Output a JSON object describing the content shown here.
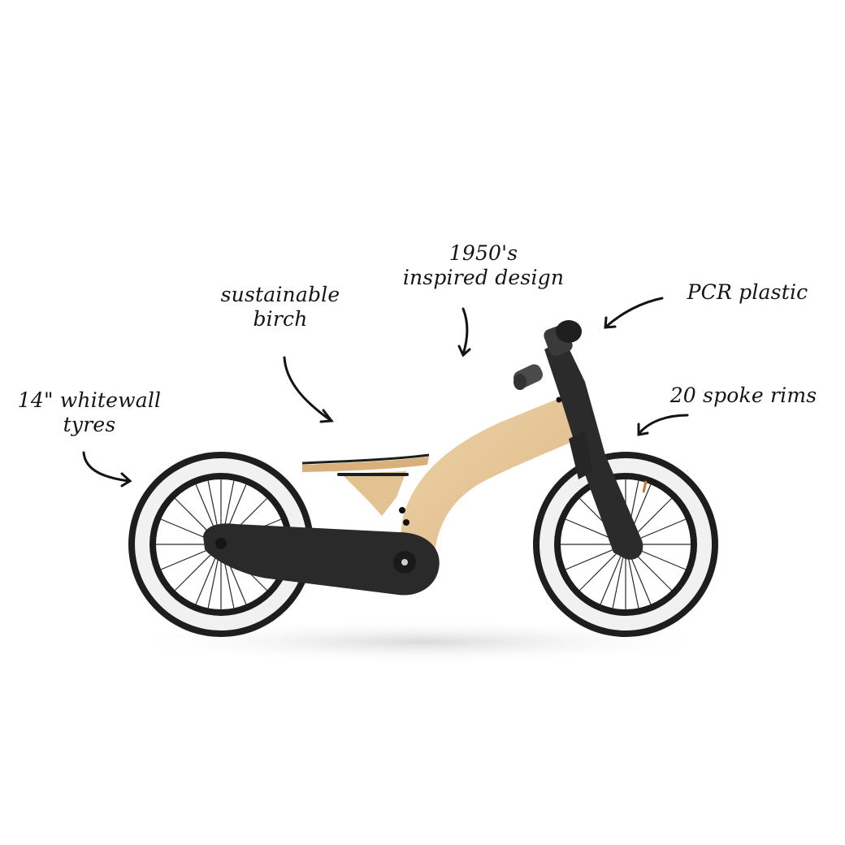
{
  "image": {
    "subject": "Wooden balance bike with black plastic parts and whitewall tyres",
    "background": "#ffffff"
  },
  "annotations": [
    {
      "id": "tyres",
      "line1": "14\" whitewall",
      "line2": "tyres"
    },
    {
      "id": "birch",
      "line1": "sustainable",
      "line2": "birch"
    },
    {
      "id": "design",
      "line1": "1950's",
      "line2": "inspired design"
    },
    {
      "id": "plastic",
      "line1": "PCR plastic"
    },
    {
      "id": "rims",
      "line1": "20 spoke rims"
    }
  ],
  "colors": {
    "ink": "#141414",
    "wood": "#e6c79a",
    "wood_dark": "#d4ae78",
    "plastic": "#2b2b2b",
    "tyre": "#1e1e1e",
    "whitewall": "#f1f1f1",
    "shadow": "#d9d9d9"
  }
}
